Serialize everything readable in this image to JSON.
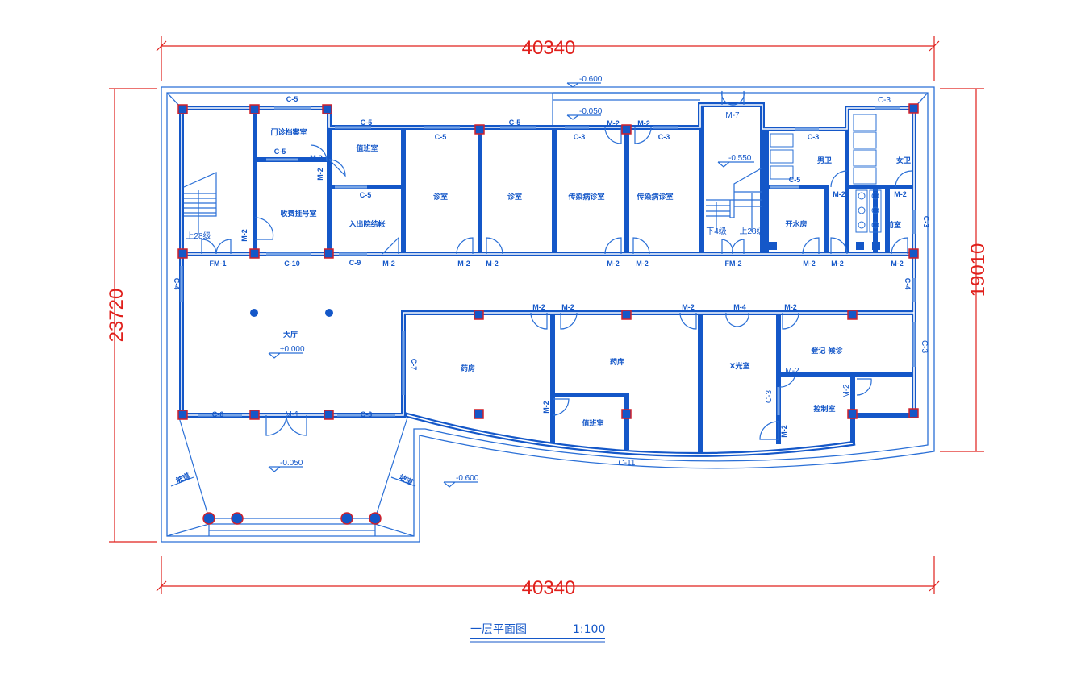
{
  "dimensions": {
    "top": "40340",
    "bottom": "40340",
    "left": "23720",
    "right": "19010"
  },
  "title": {
    "name": "一层平面图",
    "scale": "1:100"
  },
  "elevations": [
    "-0.600",
    "-0.050",
    "-0.550",
    "±0.000",
    "-0.050",
    "-0.600"
  ],
  "rooms": [
    "门诊档案室",
    "值班室",
    "收费挂号室",
    "入出院结帐",
    "诊室",
    "诊室",
    "传染病诊室",
    "传染病诊室",
    "男卫",
    "女卫",
    "开水房",
    "前室",
    "大厅",
    "药房",
    "药库",
    "值班室",
    "X光室",
    "登记  候诊",
    "控制室"
  ],
  "stairs": [
    "上28级",
    "下4级",
    "上28级"
  ],
  "ramps": [
    "坡道",
    "坡道"
  ],
  "doors": [
    "FM-1",
    "M-2",
    "M-2",
    "M-2",
    "M-2",
    "M-2",
    "M-2",
    "M-2",
    "M-7",
    "M-2",
    "M-2",
    "M-2",
    "M-2",
    "FM-2",
    "M-2",
    "M-2",
    "M-2",
    "M-2",
    "M-2",
    "M-4",
    "M-2",
    "M-2",
    "M-2",
    "M-2",
    "M-1",
    "M-2",
    "M-2",
    "M-2"
  ],
  "windows": [
    "C-5",
    "C-5",
    "C-5",
    "C-5",
    "C-5",
    "C-5",
    "C-10",
    "C-9",
    "C-3",
    "C-3",
    "C-3",
    "C-5",
    "C-3",
    "C-3",
    "C-4",
    "C-4",
    "C-3",
    "C-7",
    "C-3",
    "C-6",
    "C-6",
    "C-11"
  ],
  "colors": {
    "wall": "#1457c8",
    "dimension": "#e0201c",
    "column_border": "#d0202a"
  }
}
